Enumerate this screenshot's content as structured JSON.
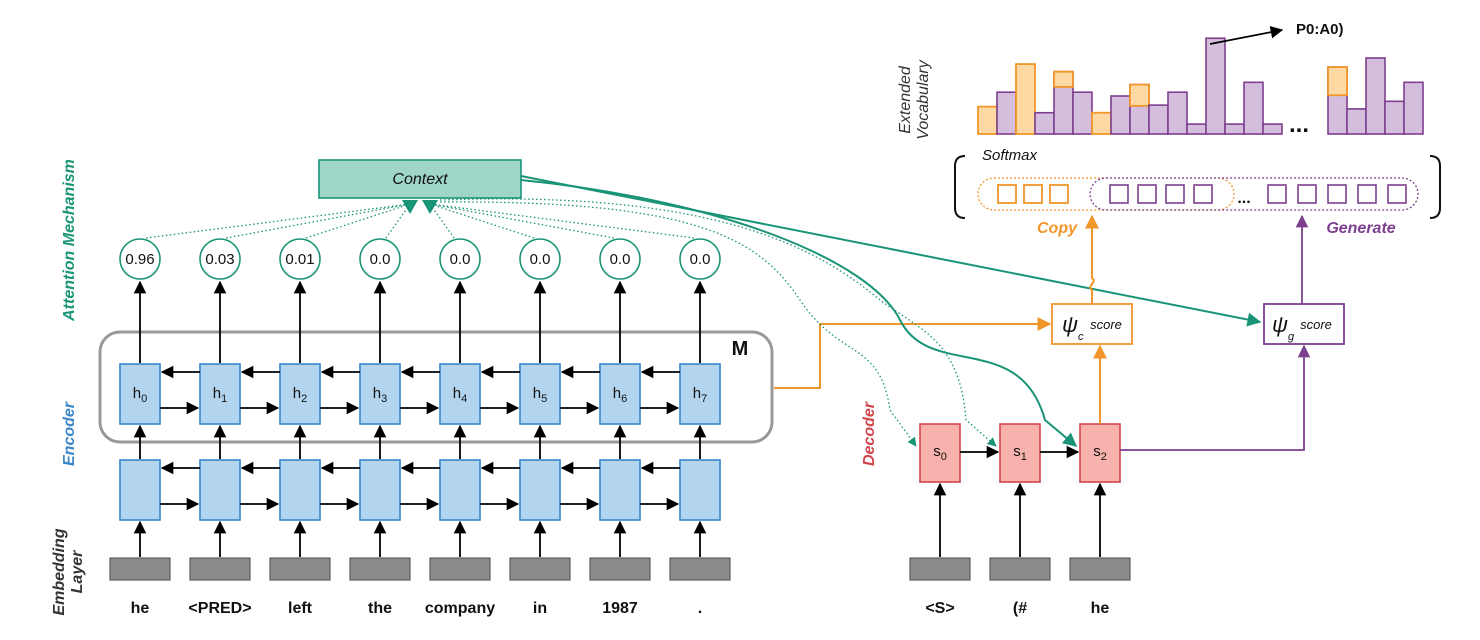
{
  "labels": {
    "attention_mechanism": "Attention Mechanism",
    "encoder": "Encoder",
    "embedding_line1": "Embedding",
    "embedding_line2": "Layer",
    "decoder": "Decoder",
    "context": "Context",
    "memory": "M",
    "softmax": "Softmax",
    "copy": "Copy",
    "generate": "Generate",
    "extended_line1": "Extended",
    "extended_line2": "Vocabulary",
    "output_token": "P0:A0)",
    "ellipsis_big": "...",
    "ellipsis_small": "...",
    "psi_symbol": "ψ",
    "psi_c_sub": "c",
    "psi_g_sub": "g",
    "score_word": "score"
  },
  "encoder_tokens": [
    "he",
    "<PRED>",
    "left",
    "the",
    "company",
    "in",
    "1987",
    "."
  ],
  "attention_weights": [
    "0.96",
    "0.03",
    "0.01",
    "0.0",
    "0.0",
    "0.0",
    "0.0",
    "0.0"
  ],
  "hidden_states": [
    {
      "base": "h",
      "sub": "0"
    },
    {
      "base": "h",
      "sub": "1"
    },
    {
      "base": "h",
      "sub": "2"
    },
    {
      "base": "h",
      "sub": "3"
    },
    {
      "base": "h",
      "sub": "4"
    },
    {
      "base": "h",
      "sub": "5"
    },
    {
      "base": "h",
      "sub": "6"
    },
    {
      "base": "h",
      "sub": "7"
    }
  ],
  "decoder_tokens": [
    "<S>",
    "(#",
    "he"
  ],
  "decoder_states": [
    {
      "base": "s",
      "sub": "0"
    },
    {
      "base": "s",
      "sub": "1"
    },
    {
      "base": "s",
      "sub": "2"
    }
  ],
  "vocab_bars_left": [
    {
      "height": 0.36,
      "type": "copy"
    },
    {
      "height": 0.55,
      "type": "gen"
    },
    {
      "height": 0.92,
      "type": "copy"
    },
    {
      "height": 0.28,
      "type": "gen"
    },
    {
      "height": 0.82,
      "type": "gen",
      "copy_top": 0.2
    },
    {
      "height": 0.55,
      "type": "gen"
    },
    {
      "height": 0.28,
      "type": "copy"
    },
    {
      "height": 0.5,
      "type": "gen"
    },
    {
      "height": 0.65,
      "type": "gen",
      "copy_top": 0.28
    },
    {
      "height": 0.38,
      "type": "gen"
    },
    {
      "height": 0.55,
      "type": "gen"
    },
    {
      "height": 0.13,
      "type": "gen"
    },
    {
      "height": 1.26,
      "type": "gen"
    },
    {
      "height": 0.13,
      "type": "gen"
    },
    {
      "height": 0.68,
      "type": "gen"
    },
    {
      "height": 0.13,
      "type": "gen"
    }
  ],
  "vocab_bars_right": [
    {
      "height": 0.88,
      "type": "gen",
      "copy_top": 0.37
    },
    {
      "height": 0.33,
      "type": "gen"
    },
    {
      "height": 1.0,
      "type": "gen"
    },
    {
      "height": 0.43,
      "type": "gen"
    },
    {
      "height": 0.68,
      "type": "gen"
    }
  ],
  "softmax_copy_slots": 3,
  "softmax_gen_slots_a": 4,
  "softmax_gen_slots_b": 5,
  "colors": {
    "teal": "#1a9477",
    "context_fill": "#9fd6c8",
    "encoder_blue": "#3a86c8",
    "decoder_red": "#d0454a",
    "copy_orange": "#f0962a",
    "generate_purple": "#7d3f8f"
  }
}
